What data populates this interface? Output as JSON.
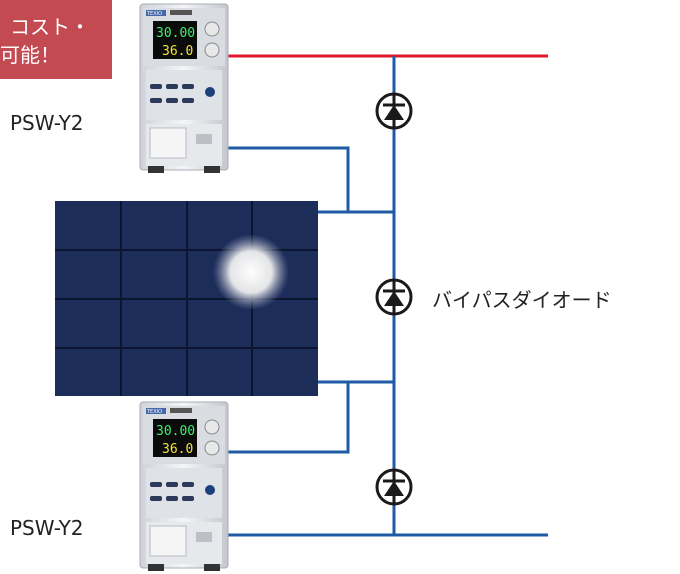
{
  "banner": {
    "line1": "コスト・",
    "line2": "可能！",
    "color": "#c44a52"
  },
  "units": [
    {
      "label": "PSW-Y2",
      "voltage": "30.00",
      "current": "36.0",
      "brand": "TEXIO"
    },
    {
      "label": "PSW-Y2",
      "voltage": "30.00",
      "current": "36.0",
      "brand": "TEXIO"
    }
  ],
  "diode_label": "バイパスダイオード",
  "colors": {
    "positive_wire": "#e0172c",
    "wire": "#1f5aa6",
    "panel": "#1d2d5a",
    "panel_grid": "#0c1530",
    "display_green": "#3ef06a",
    "display_yellow": "#f2e23a"
  }
}
